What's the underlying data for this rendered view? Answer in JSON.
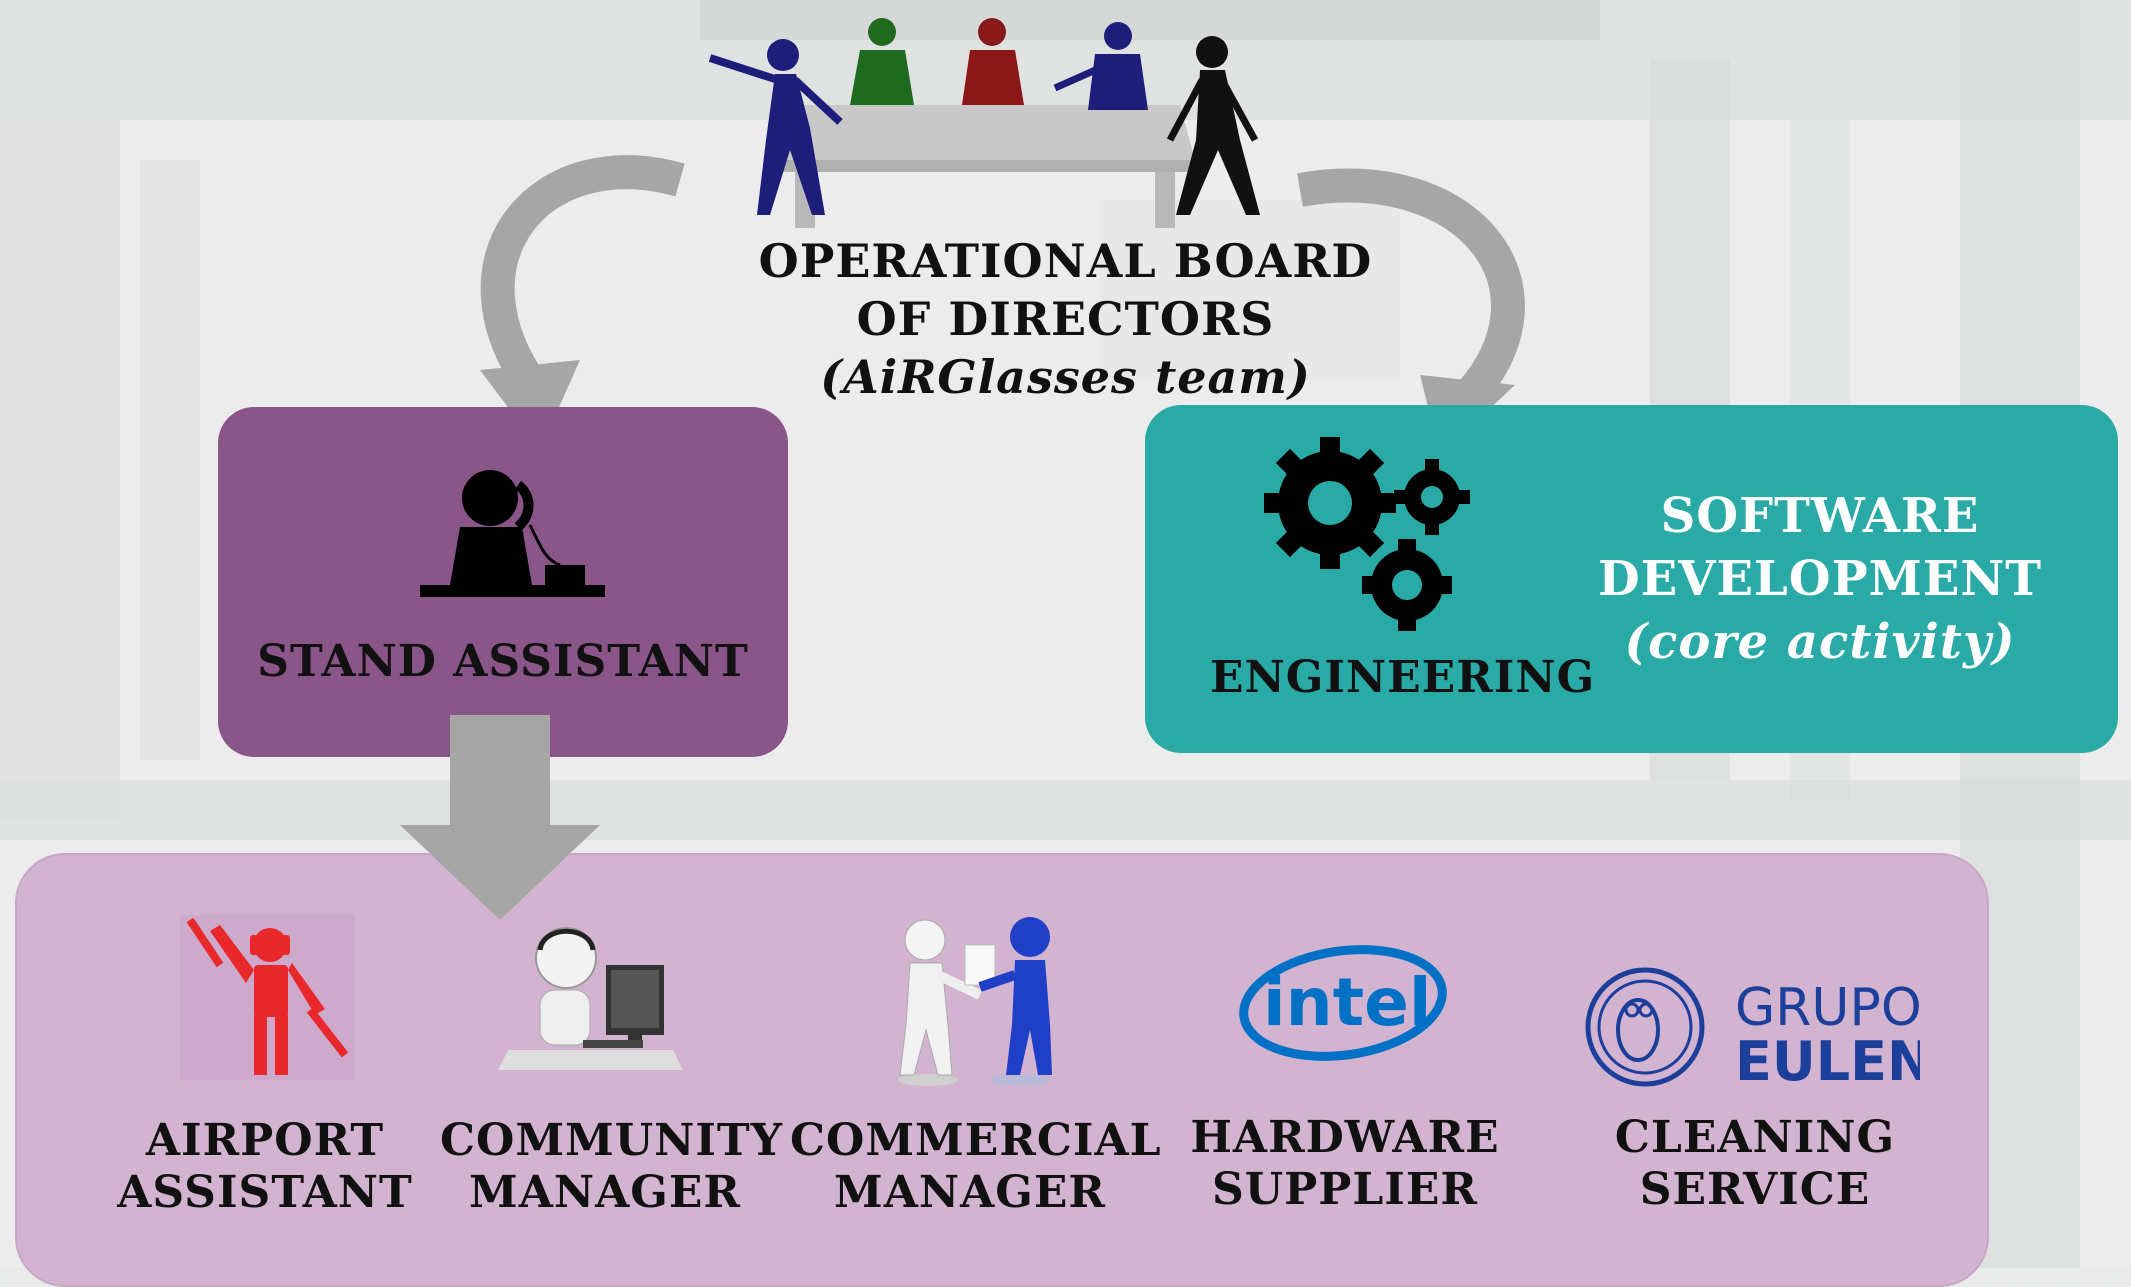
{
  "board": {
    "title_line1": "OPERATIONAL BOARD",
    "title_line2": "OF DIRECTORS",
    "subtitle": "(AiRGlasses team)",
    "icon": "board-meeting-icon"
  },
  "stand_assistant": {
    "label": "STAND ASSISTANT",
    "icon": "telephone-operator-icon",
    "color": "#8a5588"
  },
  "engineering": {
    "label": "ENGINEERING",
    "icon": "gears-icon",
    "software_line1": "SOFTWARE",
    "software_line2": "DEVELOPMENT",
    "software_note": "(core activity)",
    "color": "#2aaaa6"
  },
  "services": {
    "color": "#d2b3d0",
    "items": [
      {
        "line1": "AIRPORT",
        "line2": "ASSISTANT",
        "icon": "airport-marshaller-icon"
      },
      {
        "line1": "COMMUNITY",
        "line2": "MANAGER",
        "icon": "computer-operator-icon"
      },
      {
        "line1": "COMMERCIAL",
        "line2": "MANAGER",
        "icon": "handshake-deal-icon"
      },
      {
        "line1": "HARDWARE",
        "line2": "SUPPLIER",
        "icon": "intel-logo"
      },
      {
        "line1": "CLEANING",
        "line2": "SERVICE",
        "icon": "grupo-eulen-logo"
      }
    ]
  },
  "logos": {
    "intel_text": "intel",
    "eulen_line1": "GRUPO",
    "eulen_line2": "EULEN"
  }
}
